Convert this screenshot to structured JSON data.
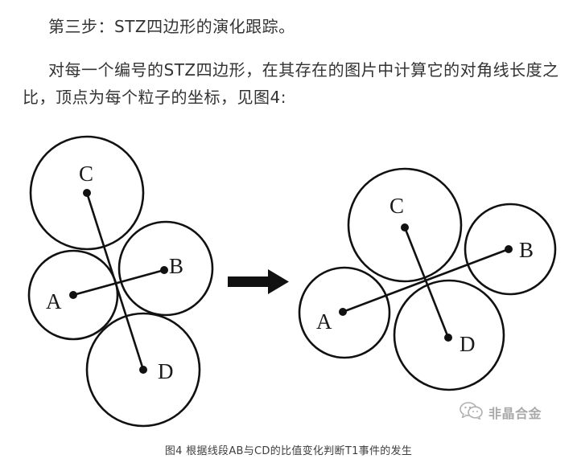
{
  "article": {
    "step_heading": "第三步：STZ四边形的演化跟踪。",
    "paragraph_line1": "对每一个编号的STZ四边形，在其存在的图片中计算它的对角线长度之",
    "paragraph_line2": "比，顶点为每个粒子的坐标，见图4:"
  },
  "figure": {
    "before": {
      "a": "A",
      "b": "B",
      "c": "C",
      "d": "D"
    },
    "after": {
      "a": "A",
      "b": "B",
      "c": "C",
      "d": "D"
    },
    "arrow_icon": "right-arrow-icon",
    "caption": "图4 根据线段AB与CD的比值变化判断T1事件的发生"
  },
  "watermark": {
    "icon": "wechat-icon",
    "text": "非晶合金"
  },
  "colors": {
    "text": "#333333",
    "diagram": "#111111",
    "caption": "#3f3f3f",
    "watermark": "#a9a9a9"
  }
}
